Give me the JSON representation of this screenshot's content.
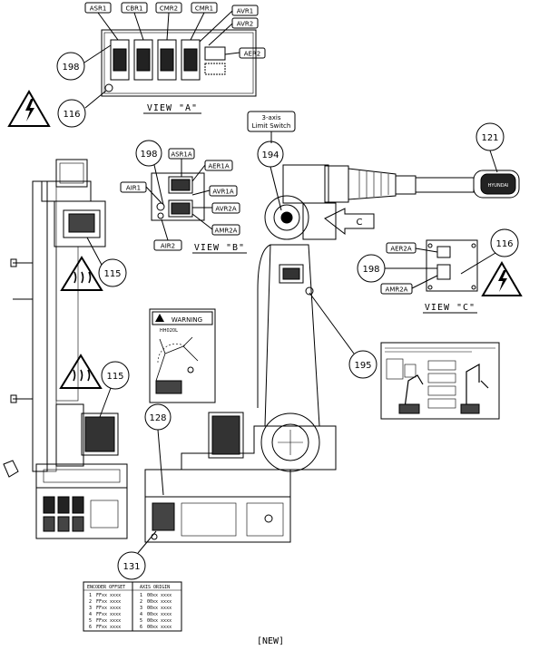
{
  "view_a": {
    "title": "VIEW \"A\"",
    "connectors": [
      "ASR1",
      "CBR1",
      "CMR2",
      "CMR1",
      "AVR1",
      "AVR2",
      "AER2"
    ]
  },
  "view_b": {
    "title": "VIEW \"B\"",
    "labels": [
      "ASR1A",
      "AER1A",
      "AIR1",
      "AVR1A",
      "AVR2A",
      "AMR2A",
      "AIR2"
    ]
  },
  "view_c": {
    "title": "VIEW \"C\"",
    "labels": [
      "AER2A",
      "AMR2A"
    ]
  },
  "limit_switch": {
    "line1": "3-axis",
    "line2": "Limit Switch"
  },
  "view_c_arrow": "C",
  "robot_logo": "HYUNDAI",
  "balloons": {
    "b198a": "198",
    "b116a": "116",
    "b198b": "198",
    "b194": "194",
    "b121": "121",
    "b115a": "115",
    "b116b": "116",
    "b198c": "198",
    "b115b": "115",
    "b195": "195",
    "b128": "128",
    "b131": "131"
  },
  "warning_label": {
    "header": "WARNING",
    "model": "HH020L"
  },
  "encoder_table": {
    "col1_header": "ENCODER OFFSET",
    "col2_header": "AXIS ORIGIN",
    "rows": [
      {
        "n": "1",
        "a": "FFxx xxxx",
        "b": "00xx xxxx"
      },
      {
        "n": "2",
        "a": "FFxx xxxx",
        "b": "00xx xxxx"
      },
      {
        "n": "3",
        "a": "FFxx xxxx",
        "b": "00xx xxxx"
      },
      {
        "n": "4",
        "a": "FFxx xxxx",
        "b": "00xx xxxx"
      },
      {
        "n": "5",
        "a": "FFxx xxxx",
        "b": "00xx xxxx"
      },
      {
        "n": "6",
        "a": "FFxx xxxx",
        "b": "00xx xxxx"
      }
    ]
  },
  "footer": "[NEW]"
}
